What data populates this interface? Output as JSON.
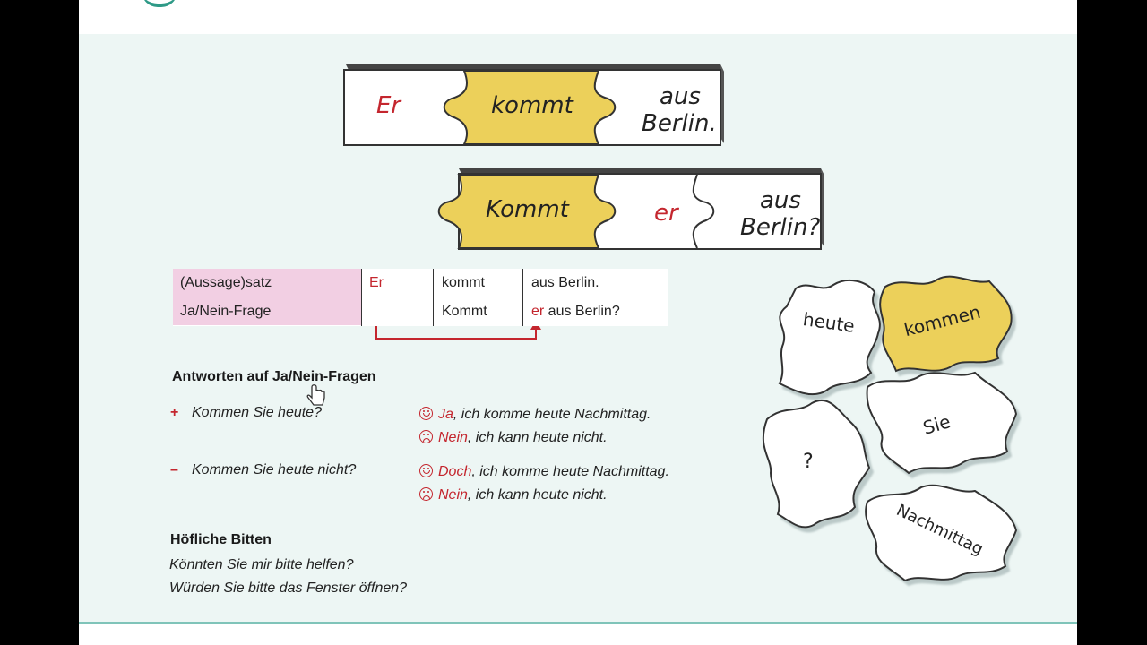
{
  "puzzle_row1": {
    "w1": "Er",
    "w2": "kommt",
    "w3a": "aus",
    "w3b": "Berlin."
  },
  "puzzle_row2": {
    "w1": "Kommt",
    "w2": "er",
    "w3a": "aus",
    "w3b": "Berlin?"
  },
  "grammar_table": {
    "row1": {
      "label": "(Aussage)satz",
      "pos1": "Er",
      "verb": "kommt",
      "rest": "aus Berlin."
    },
    "row2": {
      "label": "Ja/Nein-Frage",
      "pos1": "",
      "verb": "Kommt",
      "subj": "er",
      "rest": " aus Berlin?"
    }
  },
  "answers": {
    "heading": "Antworten auf Ja/Nein-Fragen",
    "q1": {
      "sign": "+",
      "question": "Kommen Sie heute?"
    },
    "a1": {
      "word": "Ja",
      "text": ", ich komme heute Nachmittag."
    },
    "a2": {
      "word": "Nein",
      "text": ", ich kann heute nicht."
    },
    "q2": {
      "sign": "–",
      "question": "Kommen Sie heute nicht?"
    },
    "a3": {
      "word": "Doch",
      "text": ", ich komme heute Nachmittag."
    },
    "a4": {
      "word": "Nein",
      "text": ", ich kann heute nicht."
    }
  },
  "polite": {
    "heading": "Höfliche Bitten",
    "line1": "Könnten Sie mir bitte helfen?",
    "line2": "Würden Sie bitte das Fenster öffnen?"
  },
  "scattered_pieces": [
    "heute",
    "kommen",
    "?",
    "Sie",
    "Nachmittag"
  ],
  "colors": {
    "accent_red": "#c4262e",
    "puzzle_yellow": "#ecd05a",
    "label_pink": "#f2cfe3",
    "panel_bg": "#edf6f4"
  }
}
